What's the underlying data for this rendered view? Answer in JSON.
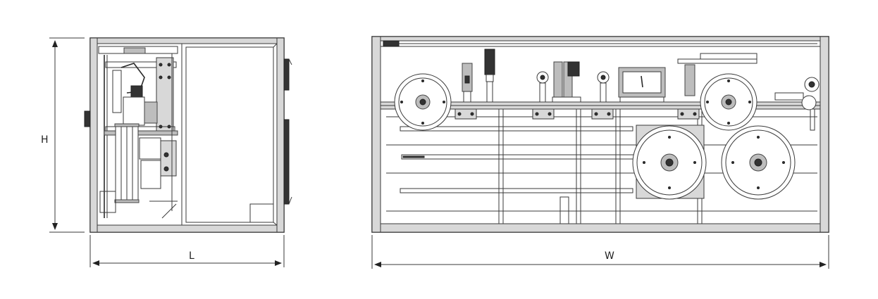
{
  "dimensions": {
    "height_label": "H",
    "length_label": "L",
    "width_label": "W"
  },
  "views": [
    {
      "id": "side-view"
    },
    {
      "id": "front-view"
    }
  ],
  "colors": {
    "line": "#3a3a3a",
    "frame_fill": "#d8d8d8",
    "background": "#ffffff"
  }
}
